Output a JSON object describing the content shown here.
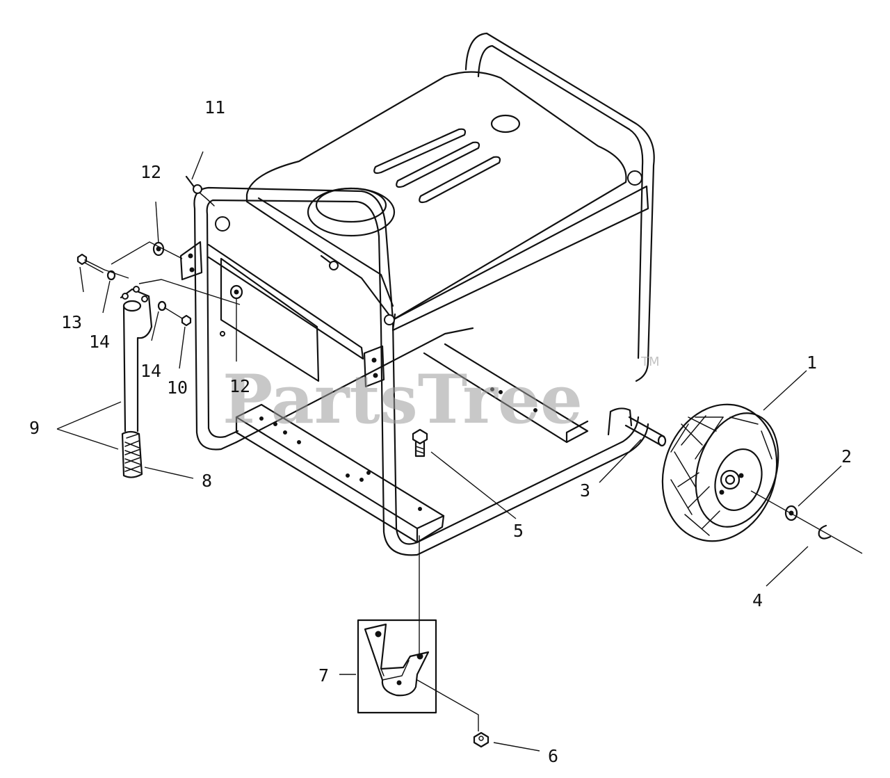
{
  "watermark": {
    "text": "PartsTree",
    "trademark": "TM"
  },
  "callouts": {
    "c1": "1",
    "c2": "2",
    "c3": "3",
    "c4": "4",
    "c5": "5",
    "c6": "6",
    "c7": "7",
    "c8": "8",
    "c9": "9",
    "c10": "10",
    "c11": "11",
    "c12a": "12",
    "c12b": "12",
    "c13": "13",
    "c14a": "14",
    "c14b": "14"
  },
  "parts": [
    "wheel",
    "washer",
    "axle",
    "retaining-clip",
    "bolt",
    "nut",
    "foot-bracket",
    "handle-grip",
    "handle",
    "lock-nut",
    "pin",
    "washer",
    "handle-bolt",
    "washer"
  ]
}
